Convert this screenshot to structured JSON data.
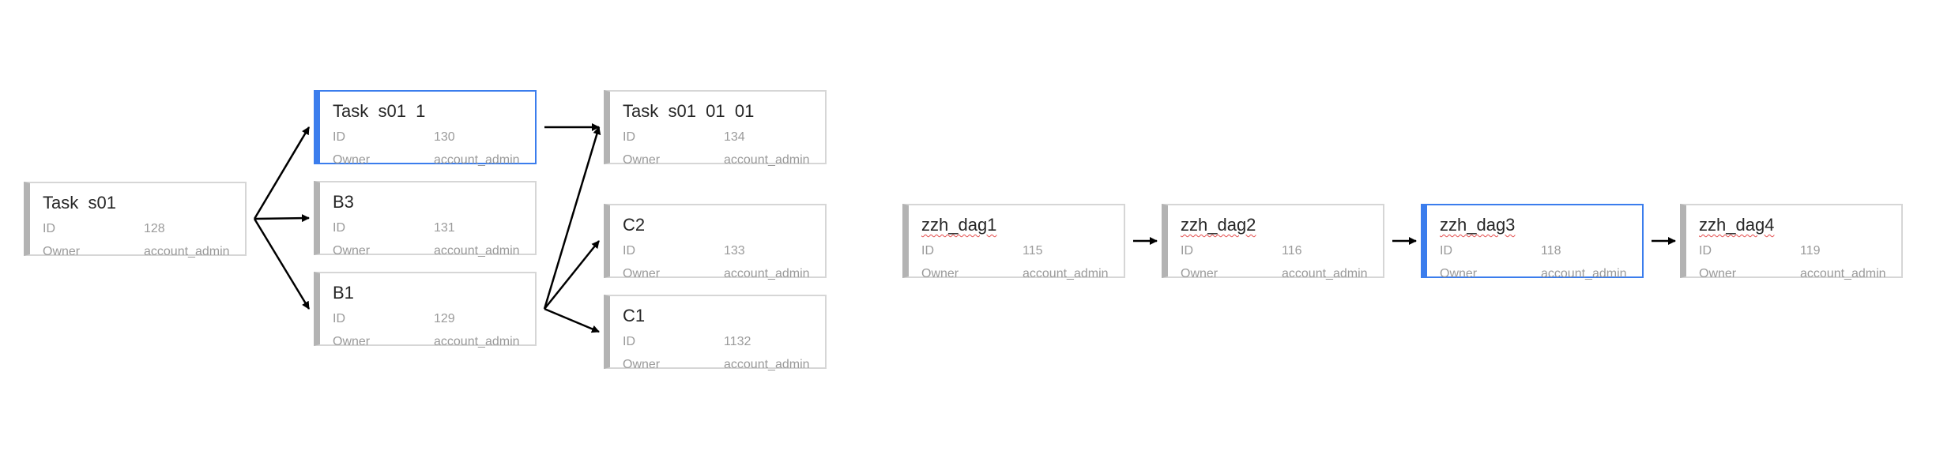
{
  "labels": {
    "id": "ID",
    "owner": "Owner"
  },
  "nodes": {
    "task_s01": {
      "title": "Task  s01",
      "id": "128",
      "owner": "account_admin"
    },
    "task_s01_1": {
      "title": "Task  s01  1",
      "id": "130",
      "owner": "account_admin",
      "selected": true
    },
    "b3": {
      "title": "B3",
      "id": "131",
      "owner": "account_admin"
    },
    "b1": {
      "title": "B1",
      "id": "129",
      "owner": "account_admin"
    },
    "task_s01_01_01": {
      "title": "Task  s01  01  01",
      "id": "134",
      "owner": "account_admin"
    },
    "c2": {
      "title": "C2",
      "id": "133",
      "owner": "account_admin"
    },
    "c1": {
      "title": "C1",
      "id": "1132",
      "owner": "account_admin"
    },
    "zzh_dag1": {
      "title": "zzh_dag1",
      "id": "115",
      "owner": "account_admin"
    },
    "zzh_dag2": {
      "title": "zzh_dag2",
      "id": "116",
      "owner": "account_admin"
    },
    "zzh_dag3": {
      "title": "zzh_dag3",
      "id": "118",
      "owner": "account_admin",
      "selected": true
    },
    "zzh_dag4": {
      "title": "zzh_dag4",
      "id": "119",
      "owner": "account_admin"
    }
  },
  "edges": [
    [
      "task_s01",
      "task_s01_1"
    ],
    [
      "task_s01",
      "b3"
    ],
    [
      "task_s01",
      "b1"
    ],
    [
      "task_s01_1",
      "task_s01_01_01"
    ],
    [
      "b1",
      "task_s01_01_01"
    ],
    [
      "b1",
      "c2"
    ],
    [
      "b1",
      "c1"
    ],
    [
      "zzh_dag1",
      "zzh_dag2"
    ],
    [
      "zzh_dag2",
      "zzh_dag3"
    ],
    [
      "zzh_dag3",
      "zzh_dag4"
    ]
  ],
  "colors": {
    "selected": "#3b7ded",
    "edge": "#000000",
    "node_border": "#d6d6d6",
    "node_accent": "#b3b3b3"
  }
}
